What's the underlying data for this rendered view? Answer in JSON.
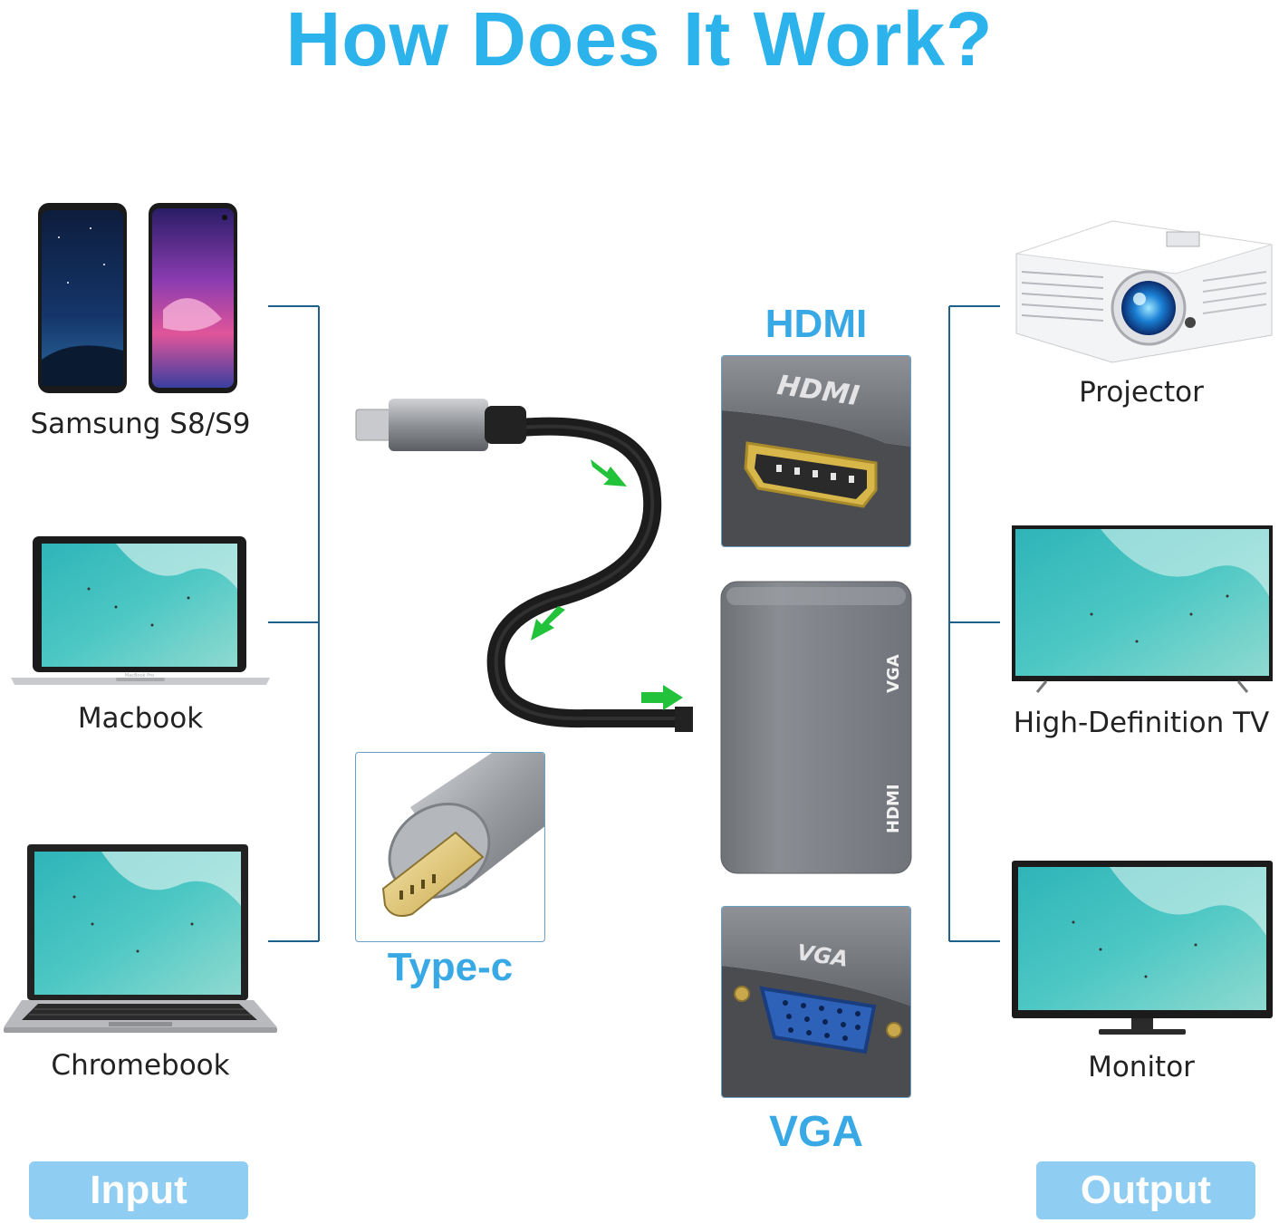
{
  "title": "How Does It Work?",
  "inputs": {
    "phone_label": "Samsung S8/S9",
    "macbook_label": "Macbook",
    "chromebook_label": "Chromebook",
    "macbook_bezel_text": "MacBook Pro"
  },
  "outputs": {
    "projector_label": "Projector",
    "tv_label": "High-Definition TV",
    "monitor_label": "Monitor"
  },
  "ports": {
    "hdmi_label": "HDMI",
    "vga_label": "VGA",
    "typec_label": "Type-c",
    "hdmi_engraving": "HDMI",
    "vga_engraving": "VGA",
    "hub_vga_text": "VGA",
    "hub_hdmi_text": "HDMI"
  },
  "badges": {
    "input": "Input",
    "output": "Output"
  },
  "colors": {
    "title": "#2db3ec",
    "arrow": "#22c23a",
    "bracket": "#1f5f8b"
  }
}
